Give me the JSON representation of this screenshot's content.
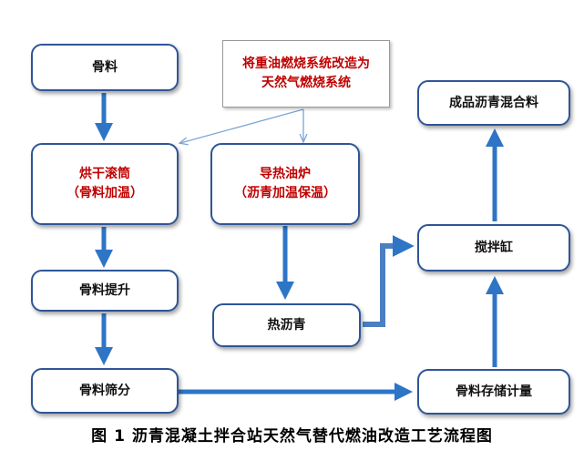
{
  "nodes": {
    "aggregate": "骨料",
    "drying_drum": [
      "烘干滚筒",
      "（骨料加温）"
    ],
    "aggregate_lift": "骨料提升",
    "aggregate_screening": "骨料筛分",
    "oil_furnace": [
      "导热油炉",
      "（沥青加温保温）"
    ],
    "hot_asphalt": "热沥青",
    "aggregate_storage": "骨料存储计量",
    "mixer": "搅拌缸",
    "finished_mix": "成品沥青混合料"
  },
  "note": [
    "将重油燃烧系统改造为",
    "天然气燃烧系统"
  ],
  "caption": "图 1  沥青混凝土拌合站天然气替代燃油改造工艺流程图",
  "colors": {
    "arrow": "#2e75c6",
    "border": "#2f5597",
    "accent_text": "#c00000"
  }
}
